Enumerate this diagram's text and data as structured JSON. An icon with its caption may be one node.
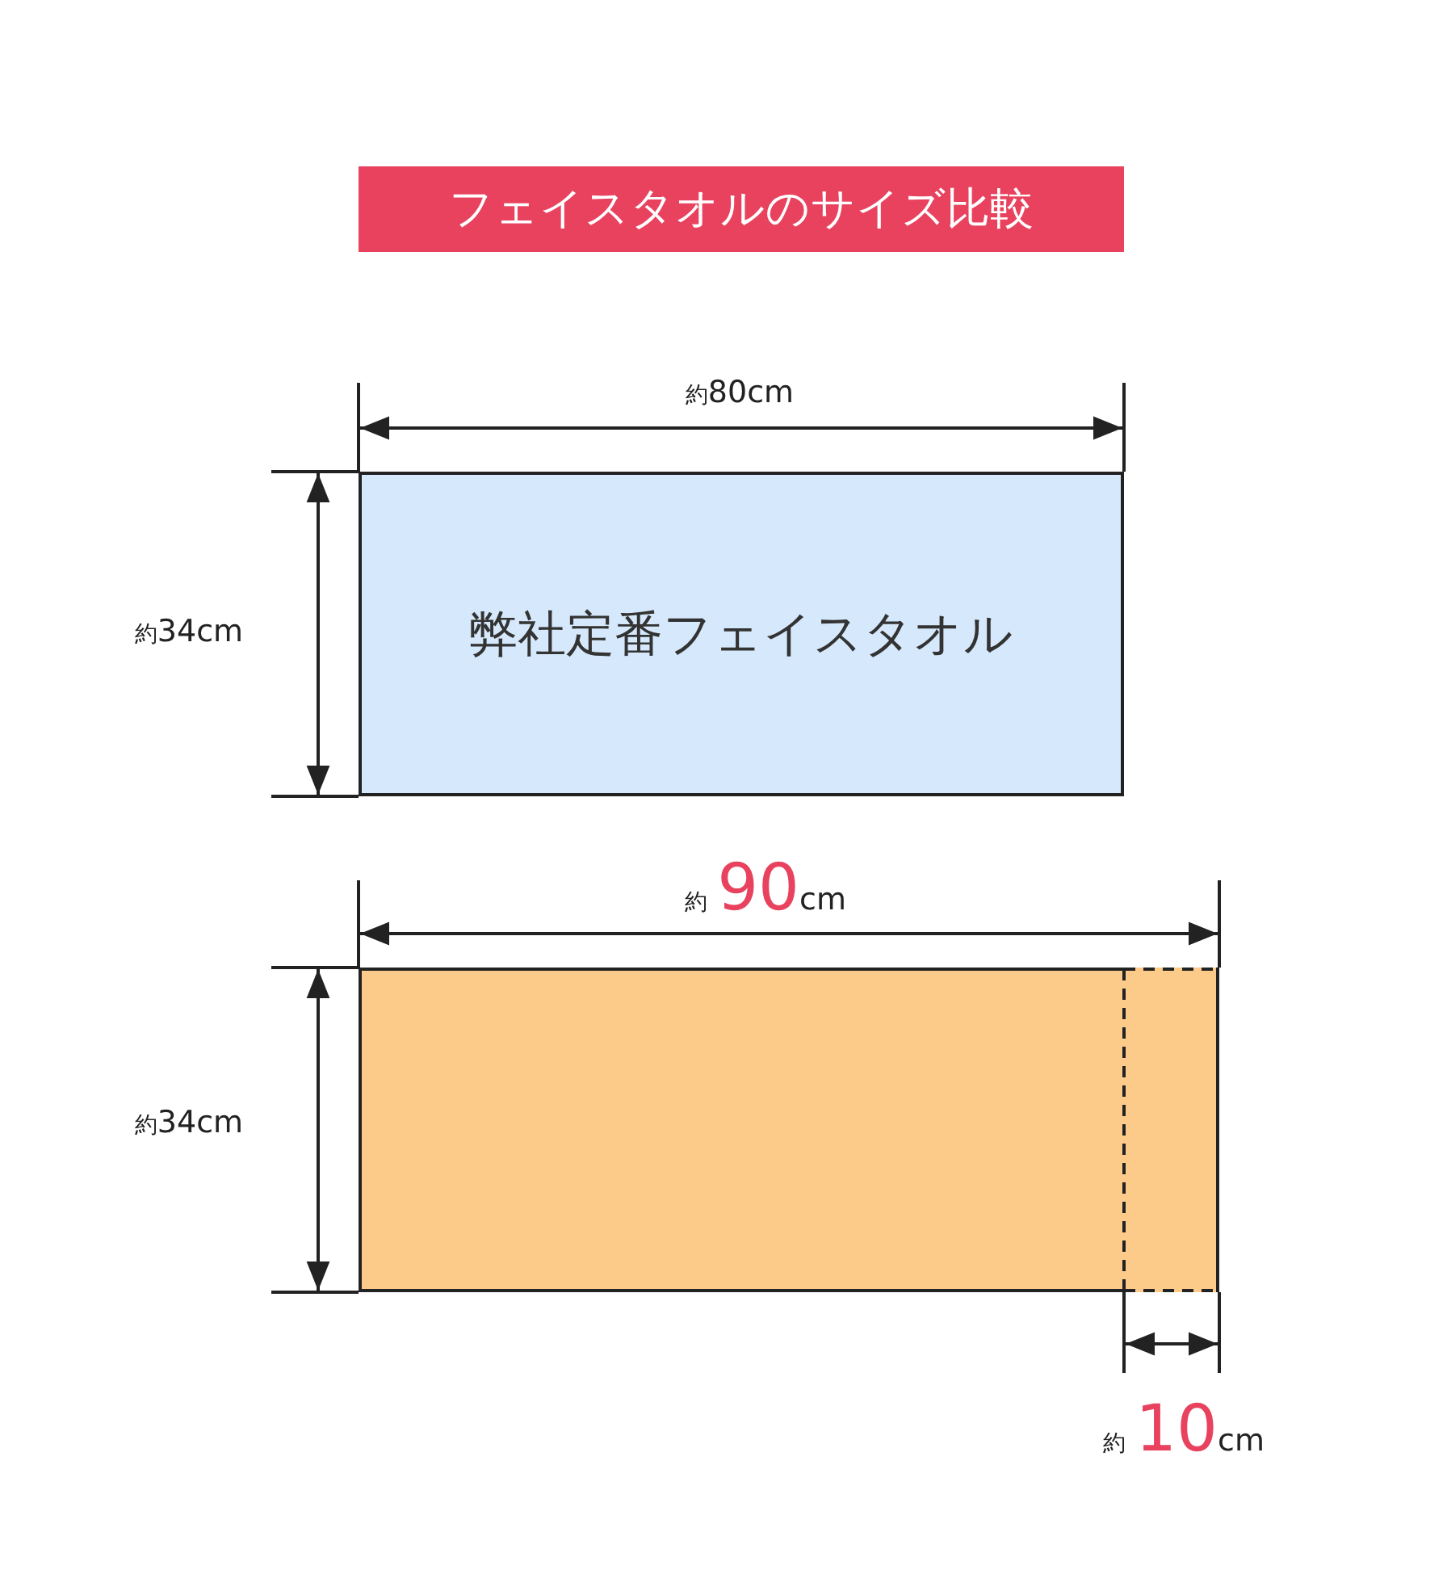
{
  "diagram": {
    "title": "フェイスタオルのサイズ比較",
    "nodes": [
      {
        "text": [
          "弊社定番フェイスタオル"
        ]
      },
      {
        "text": [],
        "shape": "box"
      }
    ],
    "labels": [
      "約80cm",
      "約34cm",
      "約90cm",
      "約34cm",
      "約10cm"
    ]
  }
}
